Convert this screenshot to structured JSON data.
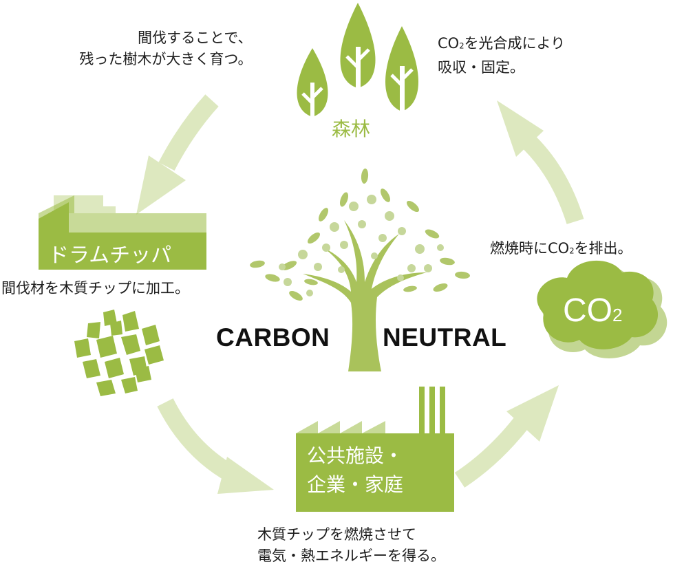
{
  "labels": {
    "forest": "森林",
    "chip_plant": "ドラムチッパ",
    "facility_line1": "公共施設・",
    "facility_line2": "企業・家庭",
    "co2_cloud_main": "CO",
    "co2_cloud_sub": "2",
    "center_left": "CARBON",
    "center_right": "NEUTRAL"
  },
  "captions": {
    "thinning": {
      "line1": "間伐することで、",
      "line2": "残った樹木が大きく育つ。"
    },
    "absorb": {
      "line1_pre": "CO",
      "line1_sub": "2",
      "line1_post": "を光合成により",
      "line2": "吸収・固定。"
    },
    "emit": {
      "pre": "燃焼時にCO",
      "sub": "2",
      "post": "を排出。"
    },
    "processing": "間伐材を木質チップに加工。",
    "energy": {
      "line1": "木質チップを燃焼させて",
      "line2": "電気・熱エネルギーを得る。"
    }
  },
  "colors": {
    "primary_green": "#9bbb44",
    "light_green": "#dde8bf",
    "tree_green": "#a9c25b",
    "blossom": "#c6d79a",
    "cloud_shadow": "#c3d693",
    "text_dark": "#1e1e1e"
  },
  "icons": [
    "forest-icon",
    "drum-chipper-building-icon",
    "wood-chips-icon",
    "factory-icon",
    "co2-cloud-icon",
    "central-tree-icon"
  ]
}
